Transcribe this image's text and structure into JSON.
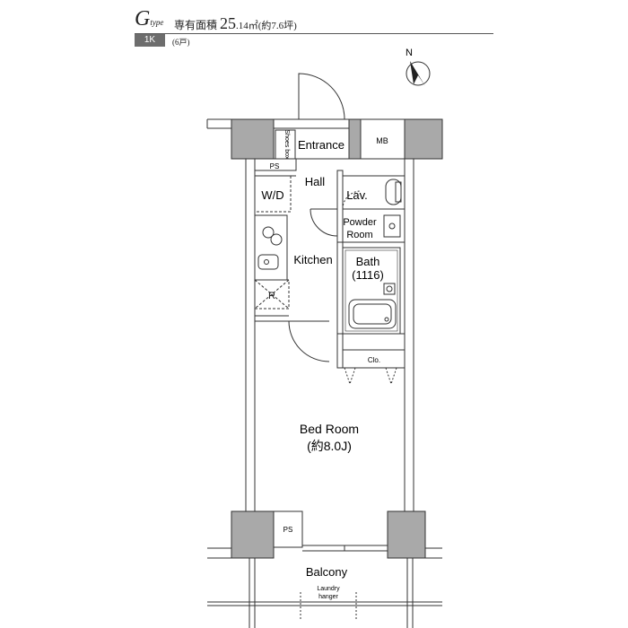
{
  "header": {
    "type_letter": "G",
    "type_suffix": "type",
    "area_label": "専有面積 ",
    "area_value": "25",
    "area_decimal": ".14㎡(約7.6坪)",
    "layout_tag": "1K",
    "units": "(6戸)"
  },
  "compass": {
    "label": "N"
  },
  "rooms": {
    "shoes_box": "Shoes box",
    "entrance": "Entrance",
    "mb": "MB",
    "ps_top": "PS",
    "hall": "Hall",
    "wd": "W/D",
    "lav": "Lav.",
    "powder_room_1": "Powder",
    "powder_room_2": "Room",
    "kitchen": "Kitchen",
    "bath": "Bath",
    "bath_size": "(1116)",
    "refrigerator": "R",
    "closet": "Clo.",
    "bedroom": "Bed Room",
    "bedroom_size": "(約8.0J)",
    "ps_bottom": "PS",
    "balcony": "Balcony",
    "laundry_1": "Laundry",
    "laundry_2": "hanger"
  },
  "colors": {
    "wall": "#a9a9a9",
    "line": "#333333",
    "tag_bg": "#6d6d6d"
  }
}
